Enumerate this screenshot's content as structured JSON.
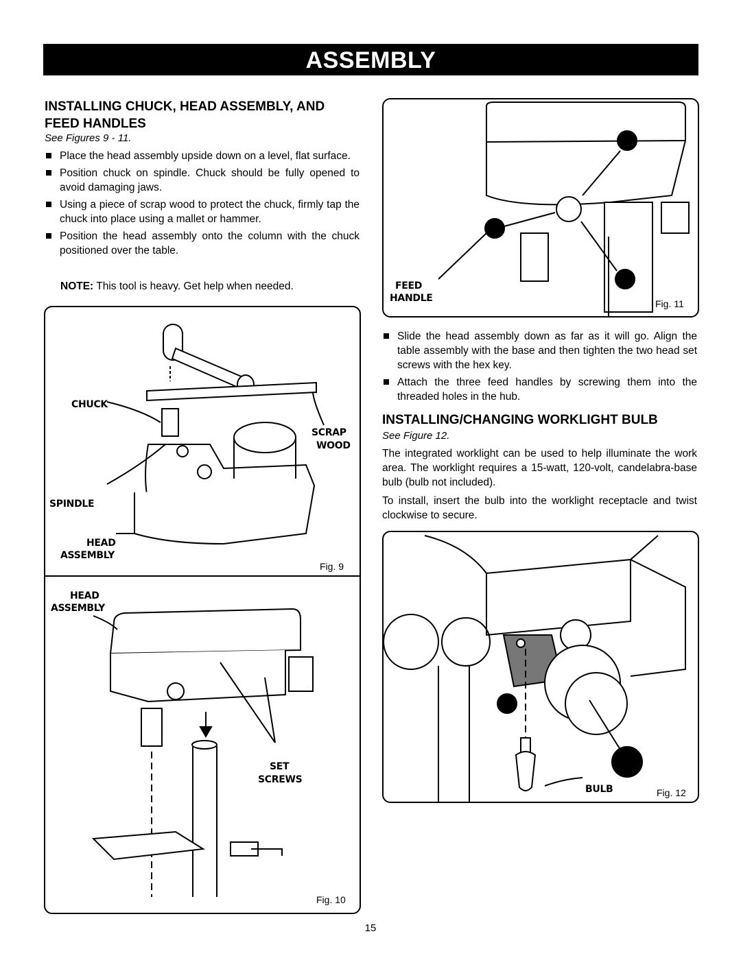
{
  "header": {
    "title": "ASSEMBLY"
  },
  "section1": {
    "title_line1": "INSTALLING CHUCK, HEAD ASSEMBLY, AND",
    "title_line2": "FEED HANDLES",
    "see": "See Figures 9 - 11.",
    "bullets": [
      "Place the head assembly upside down on a level, flat surface.",
      "Position chuck on spindle. Chuck should be fully opened to avoid damaging jaws.",
      "Using a piece of scrap wood to protect the chuck, firmly tap the chuck into place using a mallet or hammer.",
      "Position the head assembly onto the column with the chuck positioned over the table."
    ],
    "note_label": "NOTE:",
    "note_text": " This tool is heavy. Get help when needed."
  },
  "fig9": {
    "caption": "Fig. 9",
    "labels": {
      "chuck": "CHUCK",
      "scrap": "SCRAP",
      "wood": "WOOD",
      "spindle": "SPINDLE",
      "head": "HEAD",
      "assembly": "ASSEMBLY"
    }
  },
  "fig10": {
    "caption": "Fig. 10",
    "labels": {
      "head": "HEAD",
      "assembly": "ASSEMBLY",
      "set": "SET",
      "screws": "SCREWS"
    }
  },
  "fig11": {
    "caption": "Fig. 11",
    "labels": {
      "feed": "FEED",
      "handle": "HANDLE"
    }
  },
  "section1b": {
    "bullets": [
      "Slide the head assembly down as far as it will go. Align the table assembly with the base and then tighten the two head set screws with the hex key.",
      "Attach the three feed handles by screwing them into the threaded holes in the hub."
    ]
  },
  "section2": {
    "title": "INSTALLING/CHANGING WORKLIGHT BULB",
    "see": "See Figure 12.",
    "para1": "The integrated worklight can be used to help illuminate the work area. The worklight requires a 15-watt, 120-volt, candelabra-base bulb (bulb not included).",
    "para2": "To install, insert the bulb into the worklight receptacle and twist clockwise to secure."
  },
  "fig12": {
    "caption": "Fig. 12",
    "labels": {
      "bulb": "BULB"
    }
  },
  "page": {
    "number": "15"
  }
}
